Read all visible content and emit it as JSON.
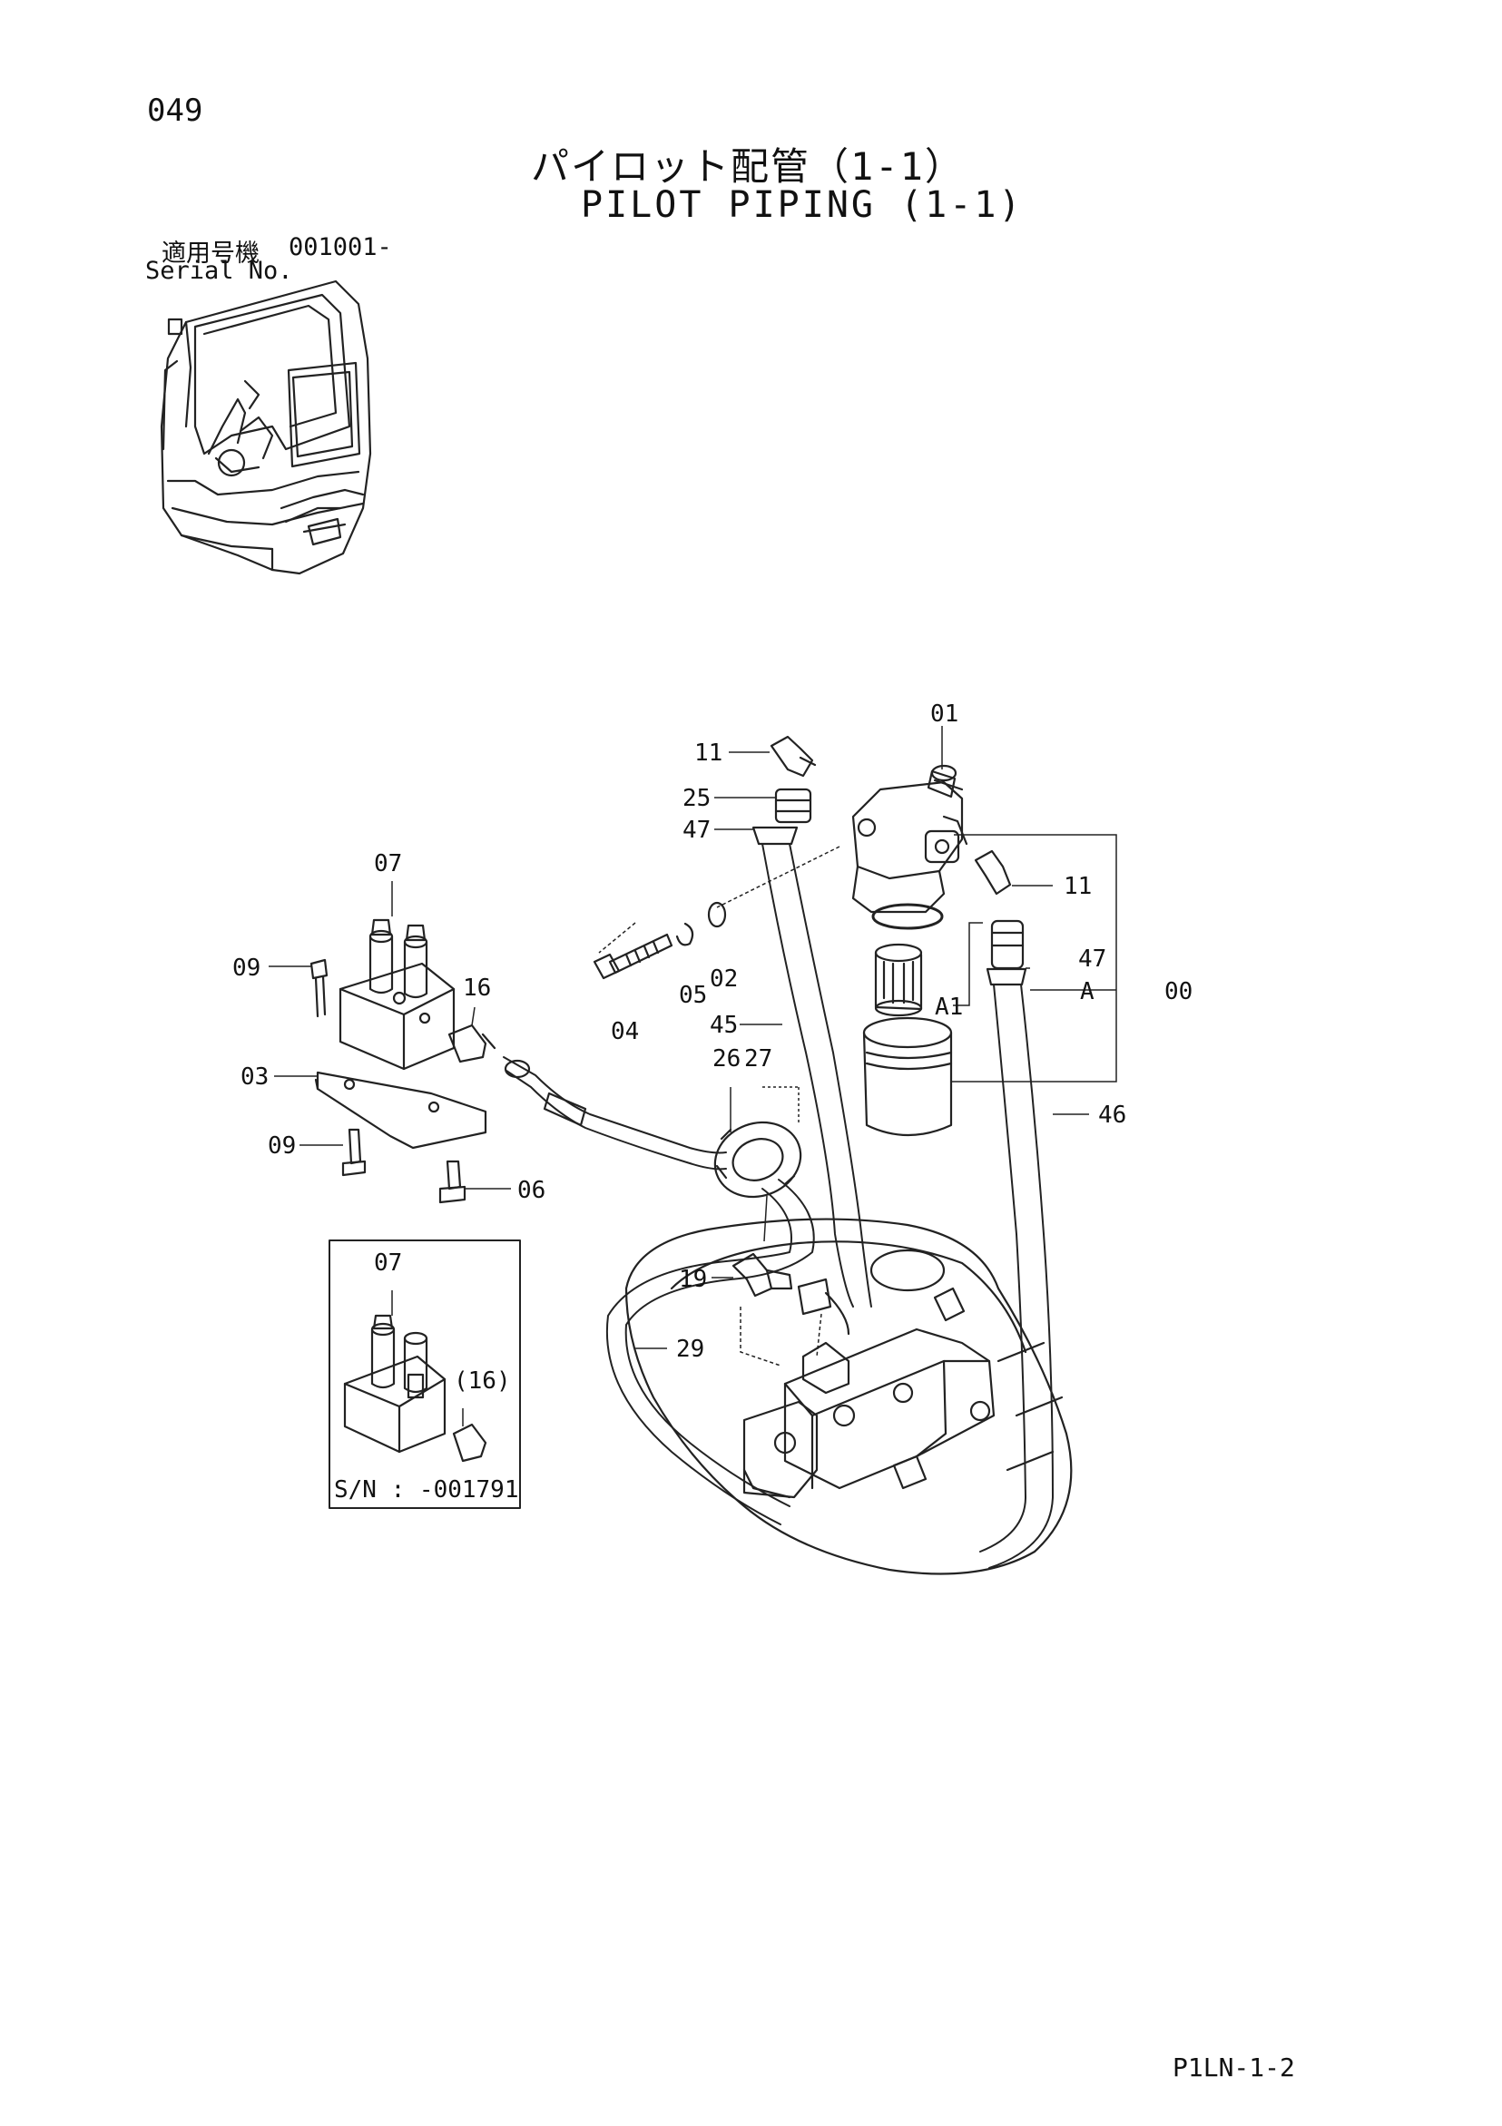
{
  "header": {
    "page_number": "049",
    "title_jp": "パイロット配管（1-1）",
    "title_en": "PILOT PIPING (1-1)",
    "serial_label_jp": "適用号機",
    "serial_value": "001001-",
    "serial_label_en": "Serial No."
  },
  "callouts": {
    "c01": "01",
    "c11a": "11",
    "c25": "25",
    "c47a": "47",
    "c11b": "11",
    "c07a": "07",
    "c09a": "09",
    "c16": "16",
    "c04": "04",
    "c05": "05",
    "c02": "02",
    "c47b": "47",
    "cA": "A",
    "c00": "00",
    "cA1": "A1",
    "c45": "45",
    "c03": "03",
    "c26": "26",
    "c27": "27",
    "c46": "46",
    "c09b": "09",
    "c06": "06",
    "c07b": "07",
    "c19": "19",
    "c29": "29",
    "c16p": "(16)"
  },
  "inset": {
    "serial_range": "S/N : -001791"
  },
  "footer": {
    "code": "P1LN-1-2"
  }
}
